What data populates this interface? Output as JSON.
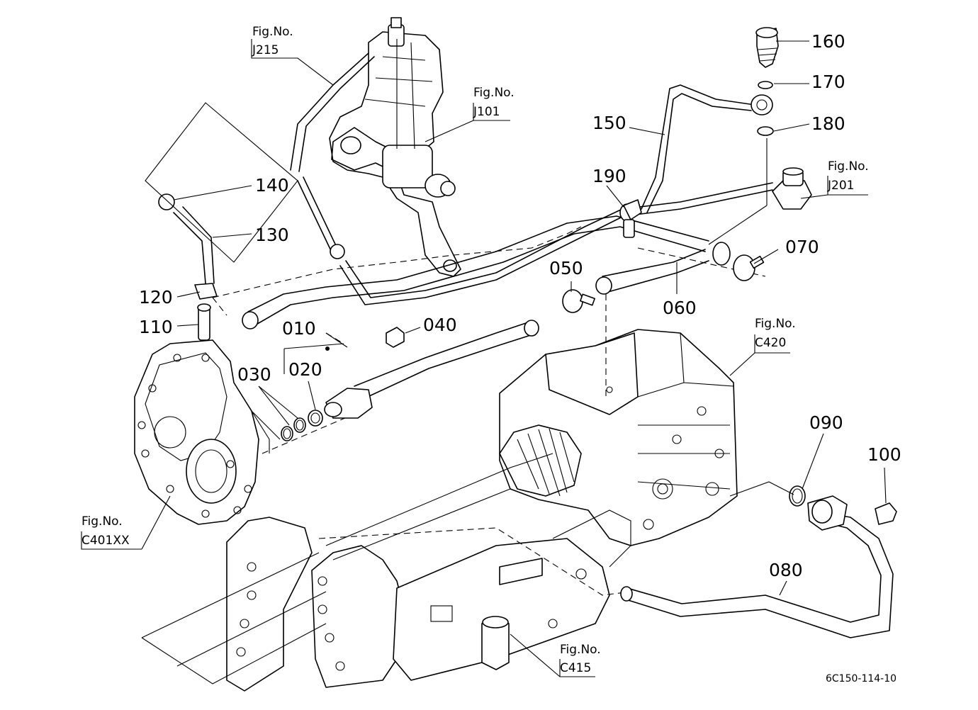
{
  "parts": [
    {
      "id": "p160",
      "label": "160"
    },
    {
      "id": "p170",
      "label": "170"
    },
    {
      "id": "p180",
      "label": "180"
    },
    {
      "id": "p150",
      "label": "150"
    },
    {
      "id": "p190",
      "label": "190"
    },
    {
      "id": "p140",
      "label": "140"
    },
    {
      "id": "p130",
      "label": "130"
    },
    {
      "id": "p120",
      "label": "120"
    },
    {
      "id": "p110",
      "label": "110"
    },
    {
      "id": "p070",
      "label": "070"
    },
    {
      "id": "p050",
      "label": "050"
    },
    {
      "id": "p060",
      "label": "060"
    },
    {
      "id": "p040",
      "label": "040"
    },
    {
      "id": "p010",
      "label": "010"
    },
    {
      "id": "p020",
      "label": "020"
    },
    {
      "id": "p030",
      "label": "030"
    },
    {
      "id": "p090",
      "label": "090"
    },
    {
      "id": "p100",
      "label": "100"
    },
    {
      "id": "p080",
      "label": "080"
    }
  ],
  "figure_refs": [
    {
      "id": "j215",
      "line1": "Fig.No.",
      "line2": "J215"
    },
    {
      "id": "j101",
      "line1": "Fig.No.",
      "line2": "J101"
    },
    {
      "id": "j201",
      "line1": "Fig.No.",
      "line2": "J201"
    },
    {
      "id": "c420",
      "line1": "Fig.No.",
      "line2": "C420"
    },
    {
      "id": "c401xx",
      "line1": "Fig.No.",
      "line2": "C401XX"
    },
    {
      "id": "c415",
      "line1": "Fig.No.",
      "line2": "C415"
    }
  ],
  "drawing_code": "6C150-114-10"
}
